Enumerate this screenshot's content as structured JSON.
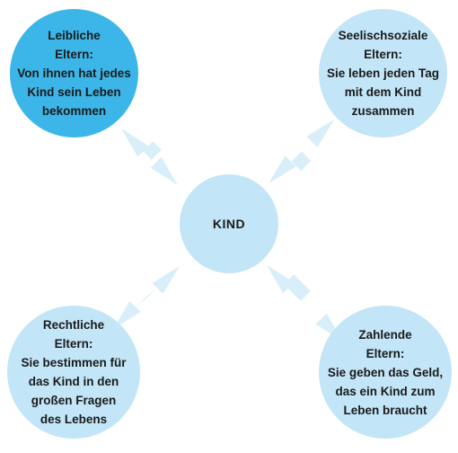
{
  "center": {
    "label": "KIND"
  },
  "nodes": {
    "top_left": {
      "lines": [
        "Leibliche",
        "Eltern:",
        "Von ihnen hat jedes",
        "Kind sein Leben",
        "bekommen"
      ]
    },
    "top_right": {
      "lines": [
        "Seelischsoziale",
        "Eltern:",
        "Sie leben jeden Tag",
        "mit dem Kind",
        "zusammen"
      ]
    },
    "bottom_left": {
      "lines": [
        "Rechtliche",
        "Eltern:",
        "Sie bestimmen für",
        "das Kind in den",
        "großen Fragen",
        "des Lebens"
      ]
    },
    "bottom_right": {
      "lines": [
        "Zahlende",
        "Eltern:",
        "Sie geben das Geld,",
        "das ein Kind zum",
        "Leben braucht"
      ]
    }
  },
  "colors": {
    "accent_circle": "#3cb6e8",
    "light_circle": "#c2e5f7",
    "arrow": "#d8eef9"
  }
}
